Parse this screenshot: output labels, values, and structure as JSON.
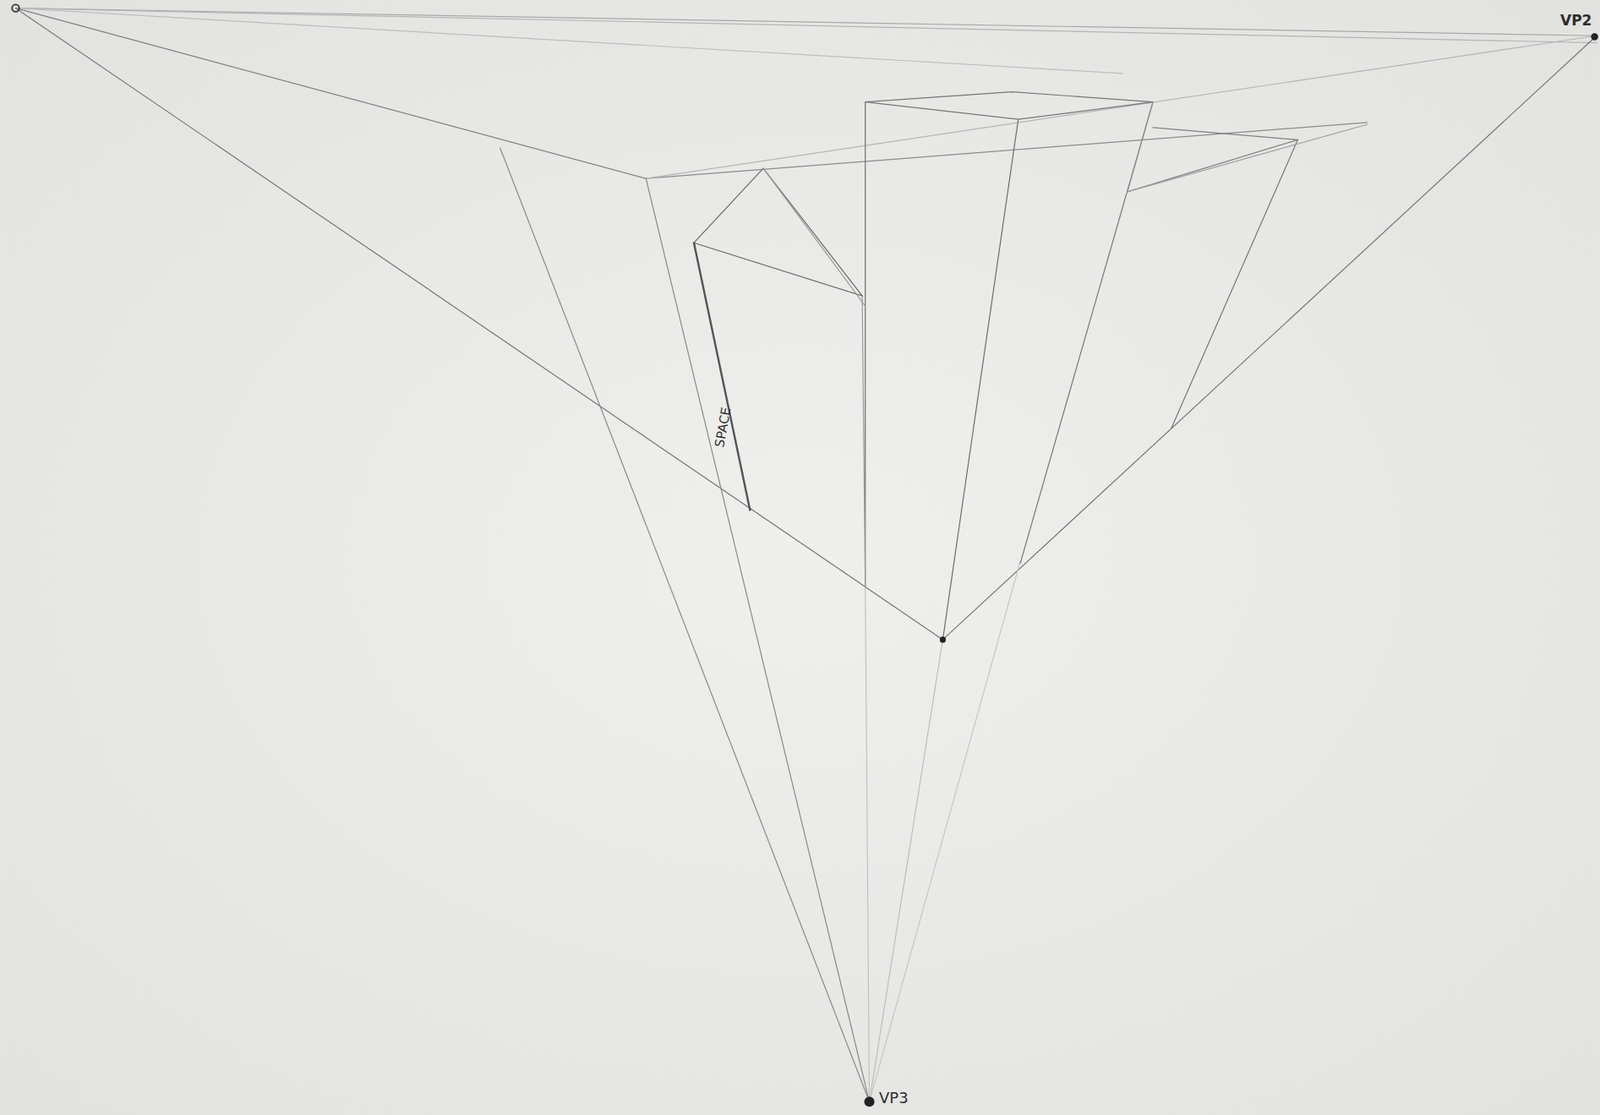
{
  "diagram": {
    "labels": [
      "VP2",
      "VP3",
      "SPACE"
    ]
  }
}
